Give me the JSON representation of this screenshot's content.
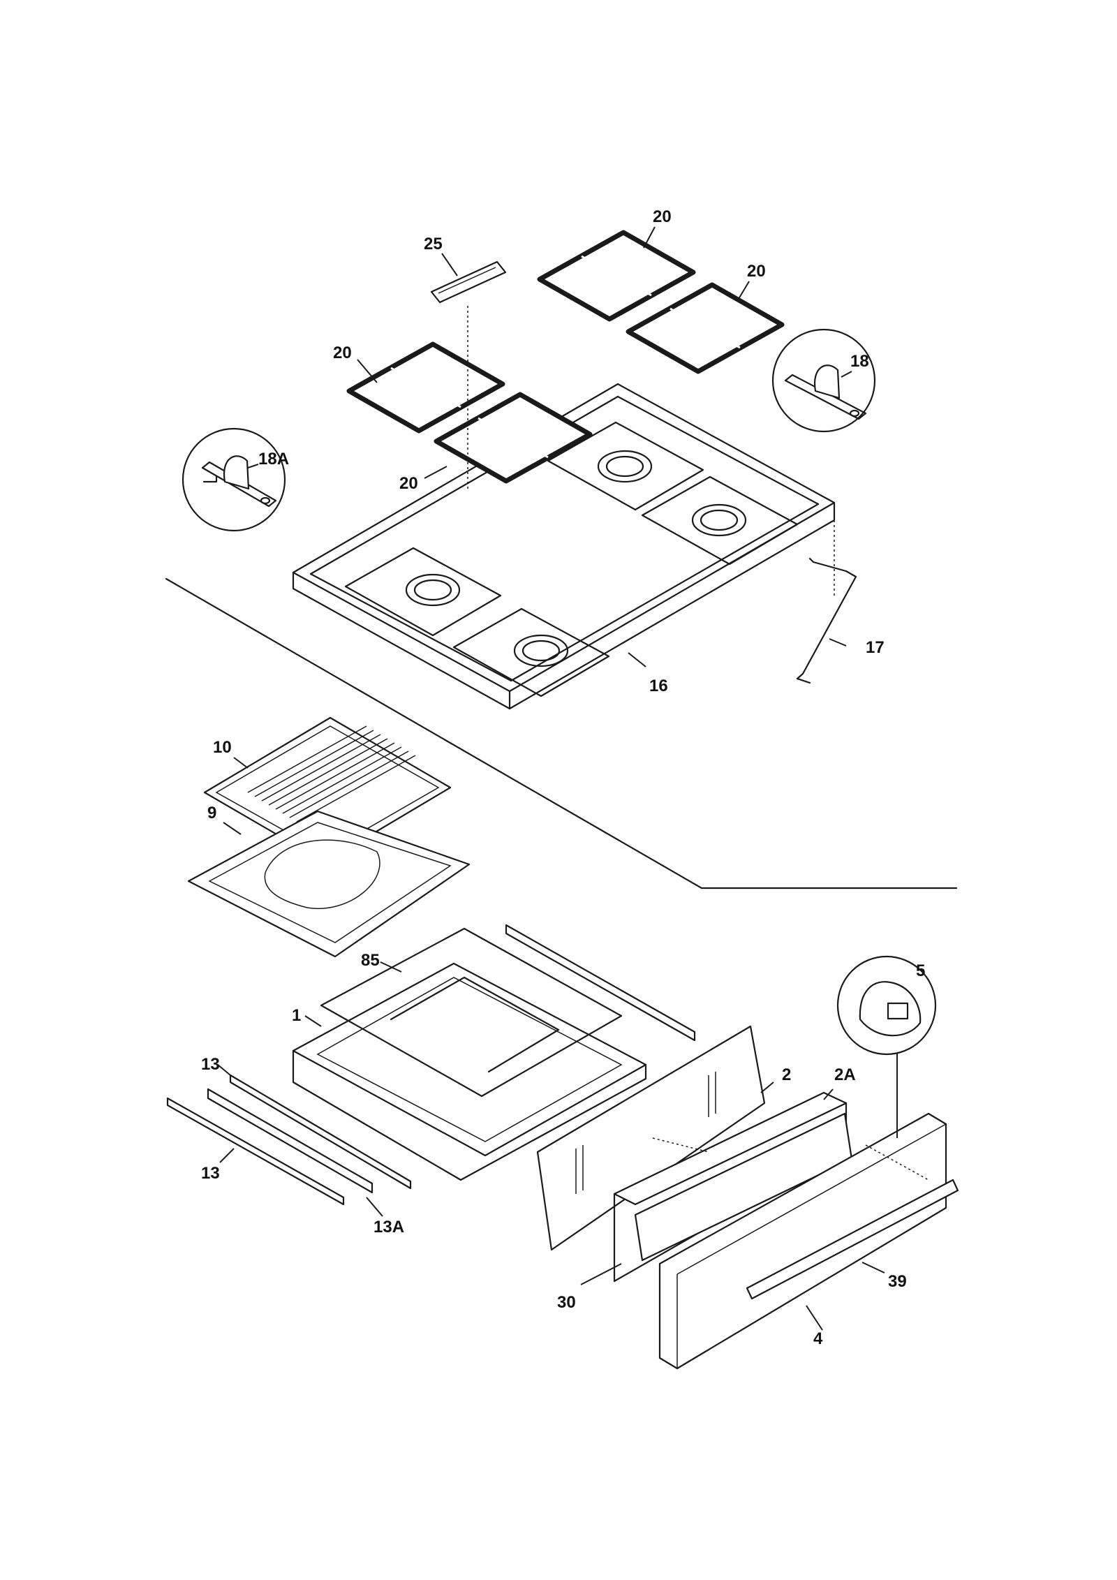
{
  "callouts": {
    "c20a": "20",
    "c20b": "20",
    "c20c": "20",
    "c20d": "20",
    "c25": "25",
    "c18": "18",
    "c18a": "18A",
    "c16": "16",
    "c17": "17",
    "c10": "10",
    "c9": "9",
    "c85": "85",
    "c1": "1",
    "c13a": "13",
    "c13b": "13",
    "c13A": "13A",
    "c2": "2",
    "c2A": "2A",
    "c5": "5",
    "c30": "30",
    "c39": "39",
    "c4": "4"
  },
  "colors": {
    "line": "#1a1a1a",
    "background": "#ffffff"
  }
}
